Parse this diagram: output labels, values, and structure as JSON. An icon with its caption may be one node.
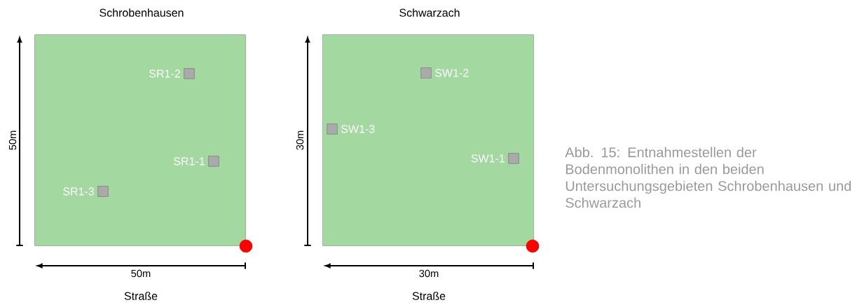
{
  "diagram": {
    "caption": "Abb. 15: Entnahmestellen der Bodenmonolithen in den beiden Untersuchungsgebieten Schrobenhausen und Schwarzach",
    "nodes": [
      {
        "text": [
          "Schrobenhausen"
        ]
      },
      {
        "text": [],
        "shape": "box",
        "in": 0,
        "beside": [
          "SR1-2"
        ]
      },
      {
        "text": [],
        "shape": "box",
        "in": 0,
        "beside": [
          "SR1-1"
        ]
      },
      {
        "text": [],
        "shape": "box",
        "in": 0,
        "beside": [
          "SR1-3"
        ]
      },
      {
        "text": [],
        "shape": "circle"
      },
      {
        "text": [
          "Schwarzach"
        ]
      },
      {
        "text": [],
        "shape": "box",
        "in": 5,
        "beside": [
          "SW1-2"
        ]
      },
      {
        "text": [],
        "shape": "box",
        "in": 5,
        "beside": [
          "SW1-3"
        ]
      },
      {
        "text": [],
        "shape": "box",
        "in": 5,
        "beside": [
          "SW1-1"
        ]
      },
      {
        "text": [],
        "shape": "circle"
      }
    ],
    "labels": [
      "50m",
      "50m",
      "Straße",
      "30m",
      "30m",
      "Straße"
    ]
  }
}
